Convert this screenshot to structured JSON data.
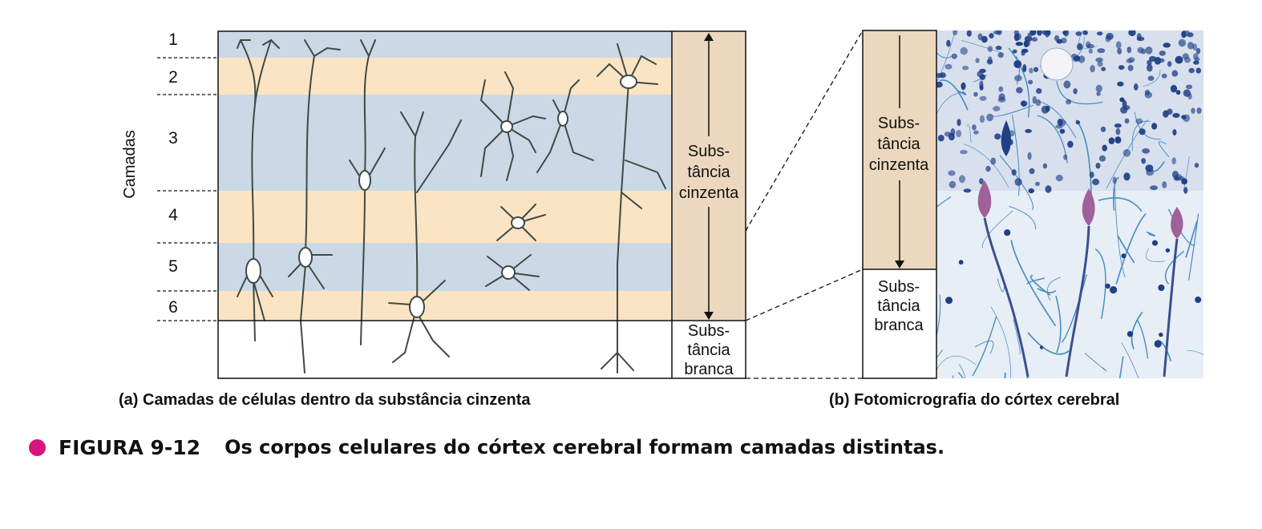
{
  "diagram": {
    "layers_axis_label": "Camadas",
    "layers": [
      {
        "number": "1",
        "band": "blue"
      },
      {
        "number": "2",
        "band": "orange"
      },
      {
        "number": "3",
        "band": "blue"
      },
      {
        "number": "4",
        "band": "orange"
      },
      {
        "number": "5",
        "band": "blue"
      },
      {
        "number": "6",
        "band": "orange"
      }
    ],
    "gray_matter_label": {
      "line1": "Subs-",
      "line2": "tância",
      "line3": "cinzenta"
    },
    "white_matter_label": {
      "line1": "Subs-",
      "line2": "tância",
      "line3": "branca"
    },
    "caption_a": "(a) Camadas de células dentro da substância cinzenta",
    "caption_b": "(b) Fotomicrografia do córtex cerebral",
    "colors": {
      "band_blue": "#cbd9e6",
      "band_orange": "#fbe4c3",
      "side_panel": "#ecd8bf",
      "neuron": "#3f4a47",
      "bullet": "#d6157e",
      "micro_background": "#e8eef5",
      "micro_nuclei": "#1f3f86",
      "micro_fibers": "#2f7fb8",
      "micro_pyramidal": "#a0609a"
    }
  },
  "figure": {
    "label": "FIGURA 9-12",
    "text": "Os corpos celulares do córtex cerebral formam camadas distintas."
  }
}
